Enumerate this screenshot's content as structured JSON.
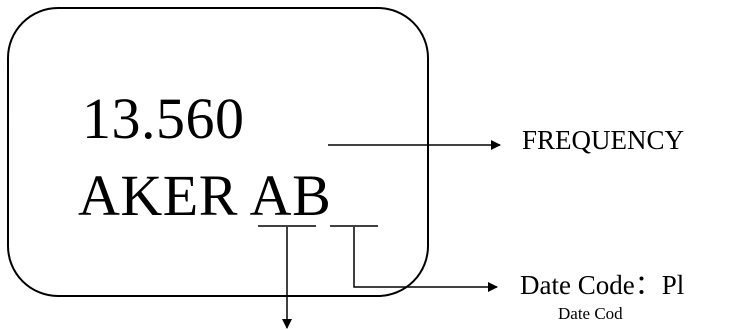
{
  "diagram": {
    "marking": {
      "frequency_value": "13.560",
      "marking_code": "AKER AB"
    },
    "callouts": {
      "frequency_label": "FREQUENCY",
      "date_code_label": "Date Code：Pl",
      "date_code_subtitle": "Date Cod"
    },
    "colors": {
      "stroke": "#000000",
      "text": "#000000",
      "background": "#ffffff"
    }
  }
}
